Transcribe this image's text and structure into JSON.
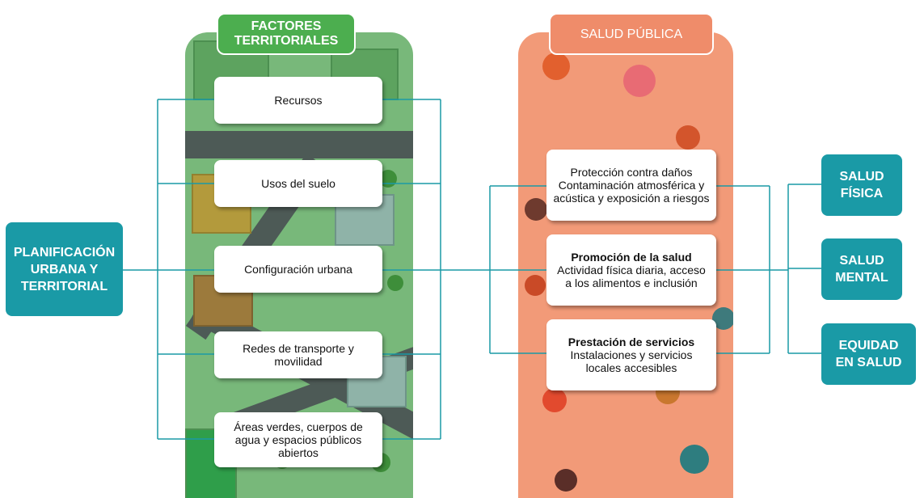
{
  "left_box": {
    "label": "PLANIFICACIÓN URBANA Y TERRITORIAL"
  },
  "territorial": {
    "title": "FACTORES TERRITORIALES",
    "items": [
      {
        "label": "Recursos"
      },
      {
        "label": "Usos del suelo"
      },
      {
        "label": "Configuración urbana"
      },
      {
        "label": "Redes de transporte y movilidad"
      },
      {
        "label": "Áreas verdes, cuerpos de agua y espacios públicos abiertos"
      }
    ]
  },
  "health": {
    "title": "SALUD PÚBLICA",
    "items": [
      {
        "heading": "Protección contra daños",
        "text": "Contaminación atmosférica y acústica y exposición a riesgos"
      },
      {
        "heading": "Promoción de la salud",
        "text": "Actividad física diaria, acceso a los alimentos e inclusión"
      },
      {
        "heading": "Prestación de servicios",
        "text": "Instalaciones y servicios locales accesibles"
      }
    ]
  },
  "outcomes": [
    {
      "label": "SALUD FÍSICA"
    },
    {
      "label": "SALUD MENTAL"
    },
    {
      "label": "EQUIDAD EN SALUD"
    }
  ],
  "colors": {
    "teal": "#1a9aa6",
    "green": "#4cae4f",
    "orange": "#f29a78"
  }
}
